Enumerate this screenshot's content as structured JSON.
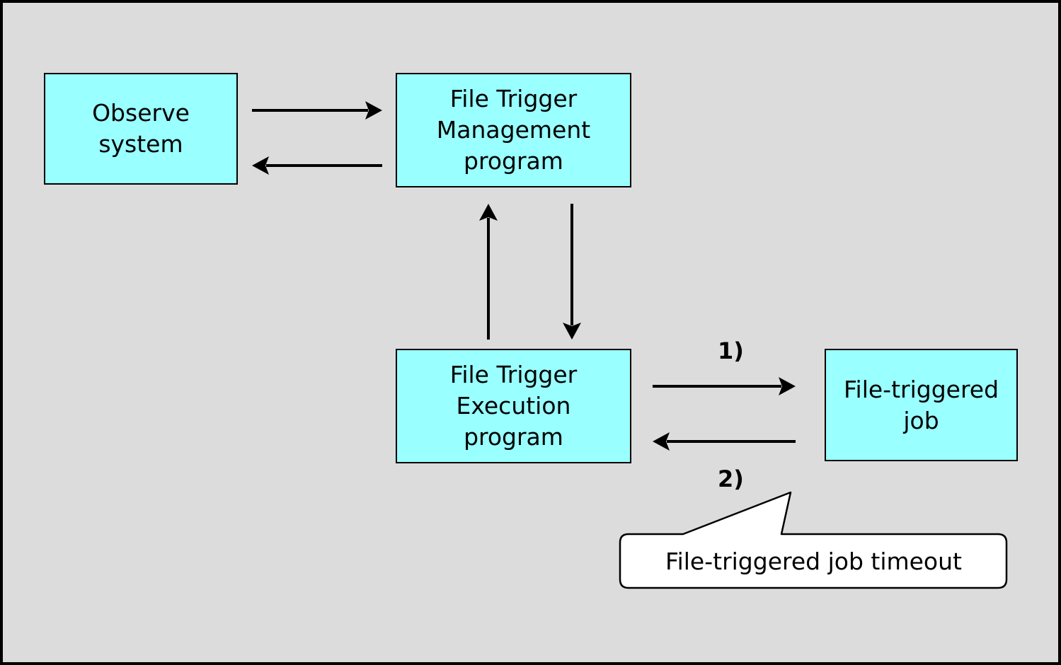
{
  "nodes": {
    "observe": "Observe\nsystem",
    "management": "File Trigger\nManagement\nprogram",
    "execution": "File Trigger\nExecution\nprogram",
    "job": "File-triggered\njob"
  },
  "steps": {
    "step1": "1)",
    "step2": "2)"
  },
  "callout": {
    "text": "File-triggered job timeout"
  },
  "colors": {
    "background": "#dcdcdc",
    "box_fill": "#99ffff",
    "stroke": "#000000",
    "callout_fill": "#ffffff"
  }
}
